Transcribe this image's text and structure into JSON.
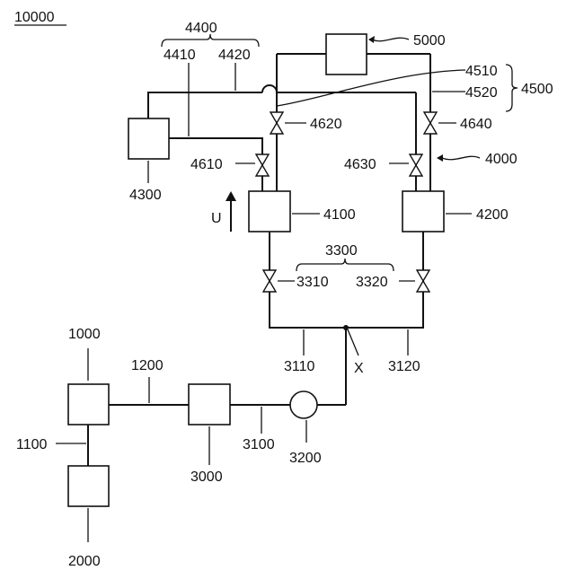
{
  "figure": {
    "ref": "10000",
    "labels": {
      "l1000": "1000",
      "l1100": "1100",
      "l1200": "1200",
      "l2000": "2000",
      "l3000": "3000",
      "l3100": "3100",
      "l3110": "3110",
      "l3120": "3120",
      "l3200": "3200",
      "l3300": "3300",
      "l3310": "3310",
      "l3320": "3320",
      "l4000": "4000",
      "l4100": "4100",
      "l4200": "4200",
      "l4300": "4300",
      "l4400": "4400",
      "l4410": "4410",
      "l4420": "4420",
      "l4500": "4500",
      "l4510": "4510",
      "l4520": "4520",
      "l4610": "4610",
      "l4620": "4620",
      "l4630": "4630",
      "l4640": "4640",
      "l5000": "5000",
      "u": "U",
      "x": "X"
    }
  }
}
